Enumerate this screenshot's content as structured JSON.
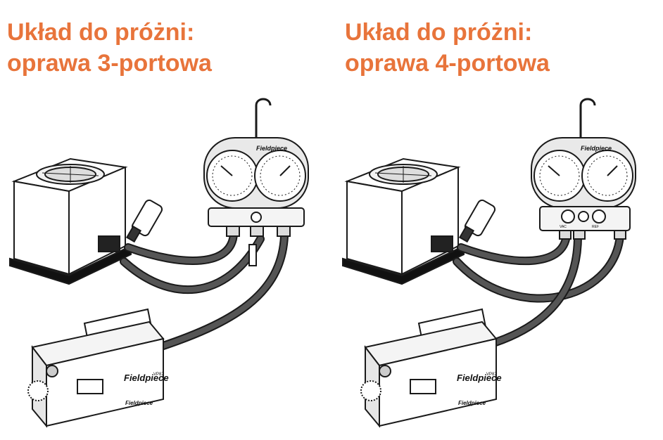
{
  "panels": [
    {
      "title_line1": "Układ do próżni:",
      "title_line2": "oprawa 3-portowa",
      "manifold_brand": "Fieldpiece",
      "pump_brand": "Fieldpiece",
      "pump_model": "VP87",
      "pump_brand_small": "Fieldpiece"
    },
    {
      "title_line1": "Układ do próżni:",
      "title_line2": "oprawa 4-portowa",
      "manifold_brand": "Fieldpiece",
      "pump_brand": "Fieldpiece",
      "pump_model": "VP87",
      "pump_brand_small": "Fieldpiece",
      "port_label_vac": "VAC",
      "port_label_ref": "REF"
    }
  ],
  "colors": {
    "title": "#e8743b",
    "line": "#1a1a1a",
    "hose": "#2b2b2b"
  }
}
